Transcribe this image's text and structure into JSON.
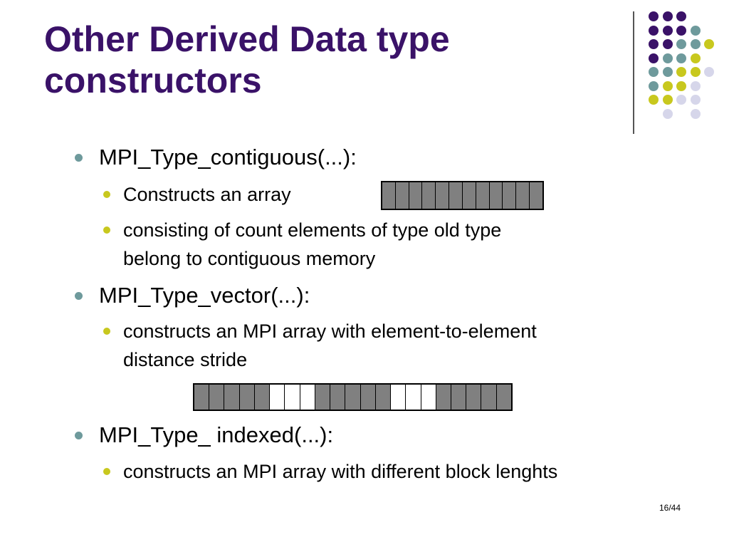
{
  "slide": {
    "title_lines": [
      "Other Derived Data type",
      "constructors"
    ],
    "page_number": "16/44"
  },
  "colors": {
    "title": "#3a1268",
    "l1_bullet": "#6e9a9c",
    "l2_bullet": "#c8c81e",
    "purple": "#3a1268",
    "teal": "#6e9a9c",
    "lime": "#c8c81e",
    "lavender": "#d6d6ea",
    "cell_fill": "#808080"
  },
  "sections": [
    {
      "heading": "MPI_Type_contiguous(...):",
      "items": [
        "Constructs an array",
        [
          "consisting of count elements  of type old type",
          "belong to contiguous memory"
        ]
      ]
    },
    {
      "heading": "MPI_Type_vector(...):",
      "items": [
        [
          "constructs an MPI array with element-to-element",
          "distance stride"
        ]
      ]
    },
    {
      "heading": "MPI_Type_ indexed(...):",
      "items": [
        "constructs an MPI array with different block lenghts"
      ]
    }
  ],
  "diagrams": {
    "contiguous_cells": [
      1,
      1,
      1,
      1,
      1,
      1,
      1,
      1,
      1,
      1,
      1,
      1
    ],
    "vector_cells": [
      1,
      1,
      1,
      1,
      1,
      0,
      0,
      0,
      1,
      1,
      1,
      1,
      1,
      0,
      0,
      0,
      1,
      1,
      1,
      1,
      1
    ]
  }
}
